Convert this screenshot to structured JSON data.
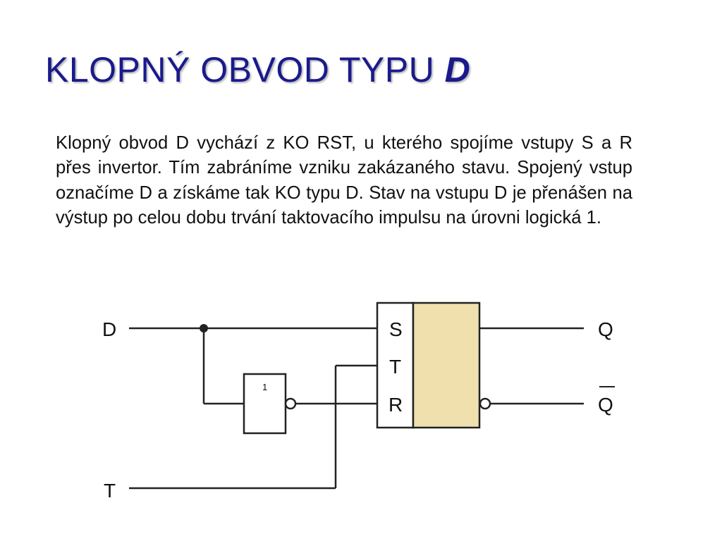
{
  "slide": {
    "title_main": "KLOPNÝ OBVOD TYPU ",
    "title_var": "D",
    "paragraph": "Klopný obvod D vychází z KO RST, u kterého spojíme vstupy S a R přes invertor. Tím zabráníme vzniku zakázaného stavu. Spojený vstup označíme D a získáme tak KO typu D. Stav na vstupu D je přenášen na výstup po celou dobu trvání taktovacího impulsu na úrovni logická 1."
  },
  "diagram": {
    "input_d": "D",
    "input_t": "T",
    "pin_s": "S",
    "pin_t": "T",
    "pin_r": "R",
    "output_q": "Q",
    "output_qbar": "Q",
    "inverter_label": "1",
    "colors": {
      "flipflop_fill": "#f0e0ae",
      "title": "#1a1a8c"
    }
  }
}
